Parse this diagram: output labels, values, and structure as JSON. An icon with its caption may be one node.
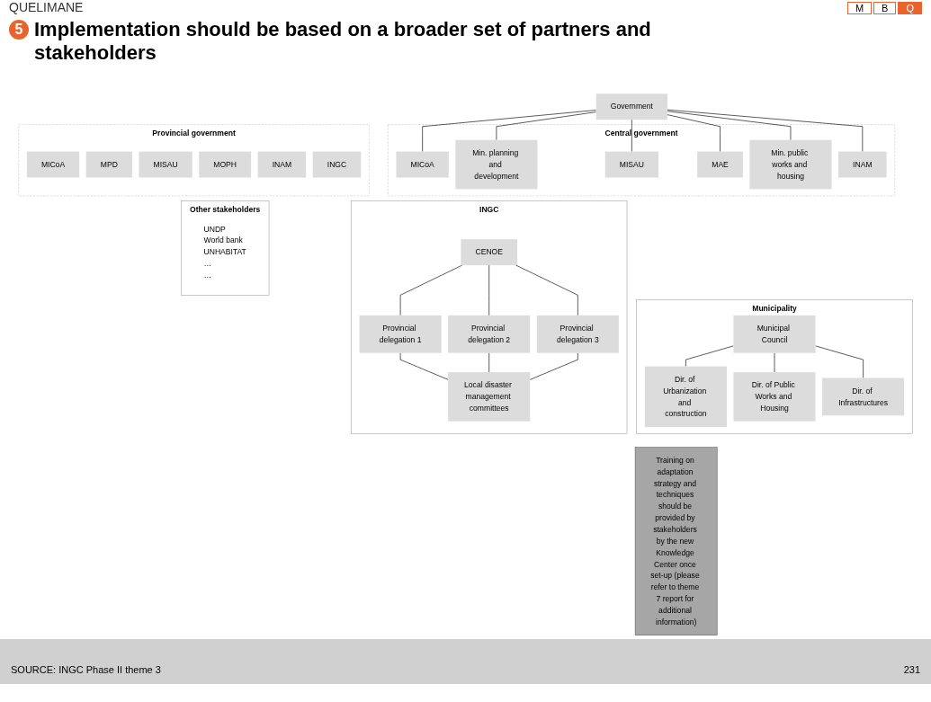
{
  "diagram": {
    "title": "Implementation should be based on a broader set of partners and stakeholders",
    "nodes": [
      {
        "text": [
          "Government"
        ]
      },
      {
        "text": [
          "Central government"
        ]
      },
      {
        "text": [
          "MICoA"
        ],
        "in": 1
      },
      {
        "text": [
          "Min. planning and development"
        ],
        "in": 1
      },
      {
        "text": [
          "MISAU"
        ],
        "in": 1
      },
      {
        "text": [
          "MAE"
        ],
        "in": 1
      },
      {
        "text": [
          "Min. public works and housing"
        ],
        "in": 1
      },
      {
        "text": [
          "INAM"
        ],
        "in": 1
      },
      {
        "text": [
          "Provincial government"
        ]
      },
      {
        "text": [
          "MICoA"
        ],
        "in": 8
      },
      {
        "text": [
          "MPD"
        ],
        "in": 8
      },
      {
        "text": [
          "MISAU"
        ],
        "in": 8
      },
      {
        "text": [
          "MOPH"
        ],
        "in": 8
      },
      {
        "text": [
          "INAM"
        ],
        "in": 8
      },
      {
        "text": [
          "INGC"
        ],
        "in": 8
      },
      {
        "text": [
          "Municipality"
        ]
      },
      {
        "text": [
          "Municipal Council"
        ],
        "in": 15
      },
      {
        "text": [
          "Dir. of Urbanization and construction"
        ],
        "in": 15
      },
      {
        "text": [
          "Dir. of Public Works and Housing"
        ],
        "in": 15
      },
      {
        "text": [
          "Dir. of Infrastructures"
        ],
        "in": 15
      },
      {
        "text": [
          "INGC"
        ]
      },
      {
        "text": [
          "CENOE"
        ],
        "in": 20
      },
      {
        "text": [
          "Provincial delegation 1"
        ],
        "in": 20
      },
      {
        "text": [
          "Provincial delegation 2"
        ],
        "in": 20
      },
      {
        "text": [
          "Provincial delegation 3"
        ],
        "in": 20
      },
      {
        "text": [
          "Local disaster management committees"
        ],
        "in": 20
      },
      {
        "text": [
          "Other stakeholders"
        ]
      },
      {
        "text": [
          "UNDP",
          "World bank",
          "UNHABITAT",
          "…",
          "…"
        ],
        "in": 26
      },
      {
        "text": [
          "Training on adaptation strategy and techniques should be provided by stakeholders by the new Knowledge Center once set-up (please refer to theme 7 report for additional information)"
        ]
      }
    ],
    "edges": [
      {
        "from": 0,
        "to": 2,
        "arrow": "none"
      },
      {
        "from": 0,
        "to": 3,
        "arrow": "none"
      },
      {
        "from": 0,
        "to": 4,
        "arrow": "none"
      },
      {
        "from": 0,
        "to": 5,
        "arrow": "none"
      },
      {
        "from": 0,
        "to": 6,
        "arrow": "none"
      },
      {
        "from": 0,
        "to": 7,
        "arrow": "none"
      },
      {
        "from": 16,
        "to": 17,
        "arrow": "none"
      },
      {
        "from": 16,
        "to": 18,
        "arrow": "none"
      },
      {
        "from": 16,
        "to": 19,
        "arrow": "none"
      },
      {
        "from": 21,
        "to": 22,
        "arrow": "none"
      },
      {
        "from": 21,
        "to": 23,
        "arrow": "none"
      },
      {
        "from": 21,
        "to": 24,
        "arrow": "none"
      },
      {
        "from": 22,
        "to": 25,
        "arrow": "none"
      },
      {
        "from": 23,
        "to": 25,
        "arrow": "none"
      },
      {
        "from": 24,
        "to": 25,
        "arrow": "none"
      }
    ],
    "labels": [
      "QUELIMANE",
      "M",
      "B",
      "Q",
      "5",
      "SOURCE: INGC Phase II theme 3",
      "231"
    ]
  }
}
